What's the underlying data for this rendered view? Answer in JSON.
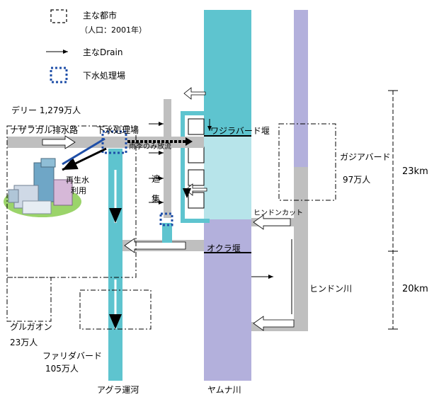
{
  "legend": {
    "city_label": "主な都市",
    "city_note": "（人口：2001年）",
    "drain_label": "主なDrain",
    "stp_label": "下水処理場"
  },
  "cities": {
    "delhi": "デリー  1,279万人",
    "ghaziabad_name": "ガジアバード",
    "ghaziabad_pop": "97万人",
    "gurgaon_name": "グルガオン",
    "gurgaon_pop": "23万人",
    "faridabad_name": "ファリダバード",
    "faridabad_pop": "105万人"
  },
  "features": {
    "najafgarh_drain": "ナザフガル排水路",
    "stp_top": "下水処理場",
    "rain_release": "雨季のみ放流",
    "reuse_line1": "再生水",
    "reuse_line2": "利用",
    "wazirabad_barrage": "ワジラバード堰",
    "hindon_cut": "ヒンドンカット",
    "okhla_barrage": "オクラ堰",
    "hindon_river": "ヒンドン川",
    "interceptor_1": "遮",
    "interceptor_2": "集",
    "agra_canal": "アグラ運河",
    "yamuna_river": "ヤムナ川"
  },
  "scale": {
    "upper": "23km",
    "lower": "20km"
  },
  "colors": {
    "yamuna_upper": "#5ec4cf",
    "yamuna_light": "#b7e4ea",
    "yamuna_lower": "#b3b0dc",
    "drain_gray": "#bfbfbf",
    "stp_blue": "#1f4fa8"
  }
}
